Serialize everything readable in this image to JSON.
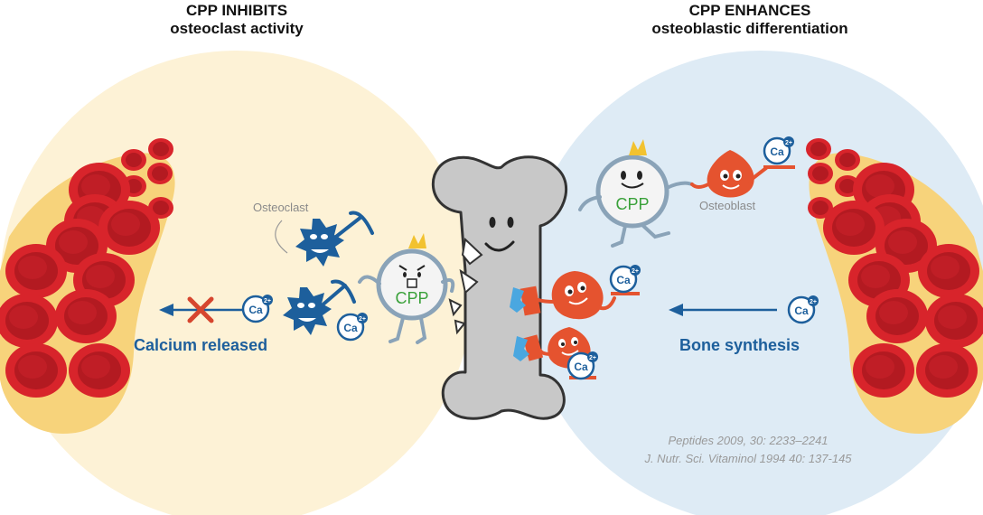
{
  "left_panel": {
    "title_line1": "CPP INHIBITS",
    "title_line2": "osteoclast activity",
    "osteoclast_label": "Osteoclast",
    "calcium_released_label": "Calcium released",
    "calcium_ion": "Ca",
    "calcium_charge": "2+",
    "mascot_label": "CPP"
  },
  "right_panel": {
    "title_line1": "CPP ENHANCES",
    "title_line2": "osteoblastic differentiation",
    "osteoblast_label": "Osteoblast",
    "bone_synthesis_label": "Bone synthesis",
    "calcium_ion": "Ca",
    "calcium_charge": "2+",
    "mascot_label": "CPP"
  },
  "references": [
    "Peptides 2009, 30: 2233–2241",
    "J. Nutr. Sci. Vitaminol 1994 40: 137-145"
  ],
  "colors": {
    "left_background": "#fdf2d6",
    "right_background": "#deebf5",
    "calcium_blue": "#1d5f9c",
    "blood_red": "#d8242b",
    "fat_yellow": "#f7d37b",
    "bone_gray": "#c8c8c8",
    "osteoblast_orange": "#e5532f",
    "cpp_green": "#3aa13a",
    "cross_red": "#d6452e"
  }
}
